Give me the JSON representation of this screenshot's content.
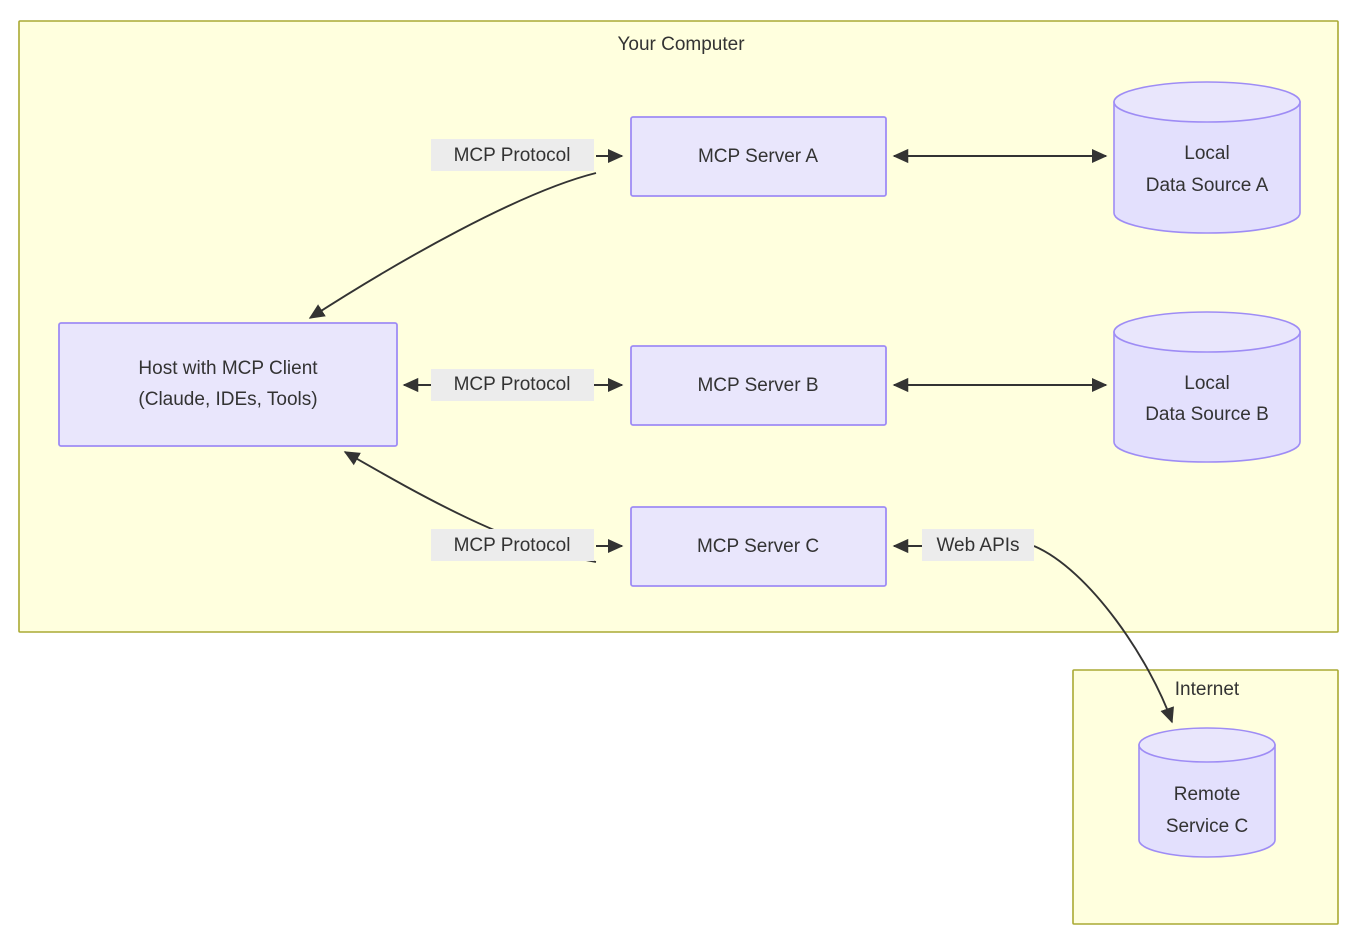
{
  "diagram": {
    "type": "architecture-flowchart",
    "clusters": [
      {
        "id": "your-computer",
        "label": "Your Computer"
      },
      {
        "id": "internet",
        "label": "Internet"
      }
    ],
    "nodes": [
      {
        "id": "host",
        "shape": "rect",
        "label_line1": "Host with MCP Client",
        "label_line2": "(Claude, IDEs, Tools)"
      },
      {
        "id": "server-a",
        "shape": "rect",
        "label_line1": "MCP Server A",
        "label_line2": ""
      },
      {
        "id": "server-b",
        "shape": "rect",
        "label_line1": "MCP Server B",
        "label_line2": ""
      },
      {
        "id": "server-c",
        "shape": "rect",
        "label_line1": "MCP Server C",
        "label_line2": ""
      },
      {
        "id": "source-a",
        "shape": "cylinder",
        "label_line1": "Local",
        "label_line2": "Data Source A"
      },
      {
        "id": "source-b",
        "shape": "cylinder",
        "label_line1": "Local",
        "label_line2": "Data Source B"
      },
      {
        "id": "remote-c",
        "shape": "cylinder",
        "label_line1": "Remote",
        "label_line2": "Service C"
      }
    ],
    "edges": [
      {
        "id": "host-server-a",
        "label": "MCP Protocol",
        "direction": "both"
      },
      {
        "id": "host-server-b",
        "label": "MCP Protocol",
        "direction": "both"
      },
      {
        "id": "host-server-c",
        "label": "MCP Protocol",
        "direction": "both"
      },
      {
        "id": "server-a-source-a",
        "label": "",
        "direction": "both"
      },
      {
        "id": "server-b-source-b",
        "label": "",
        "direction": "both"
      },
      {
        "id": "server-c-remote-c",
        "label": "Web APIs",
        "direction": "both"
      }
    ],
    "colors": {
      "cluster_fill": "#ffffde",
      "cluster_stroke": "#aaaa33",
      "node_fill": "#e9e6fc",
      "node_stroke": "#9e8cf5",
      "edge_stroke": "#333333",
      "edge_label_bg": "#ececec",
      "text": "#333333"
    }
  }
}
